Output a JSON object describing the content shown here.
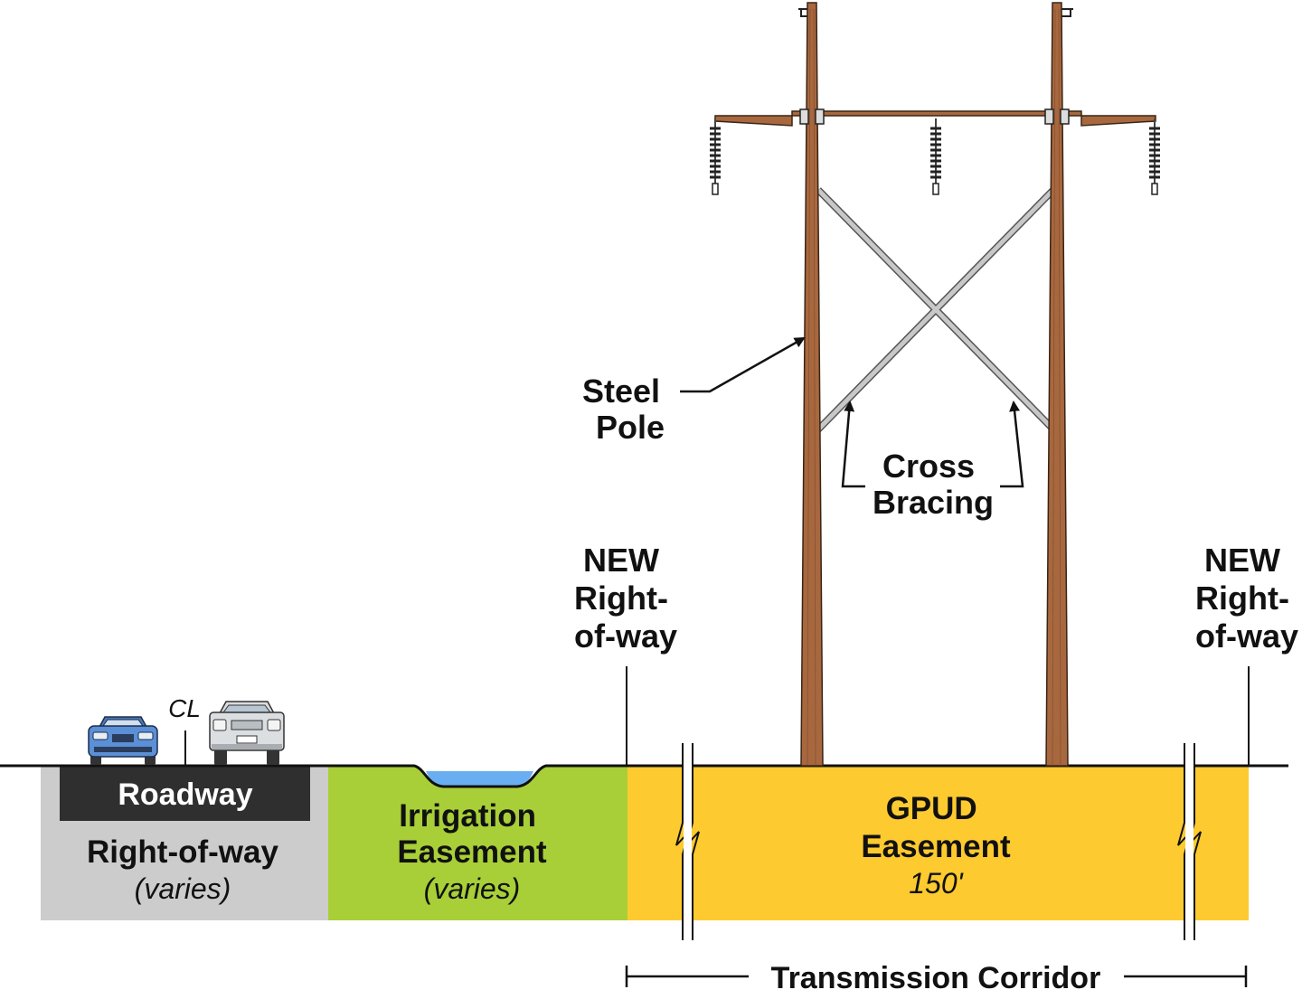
{
  "labels": {
    "steel_pole": [
      "Steel",
      "Pole"
    ],
    "cross_bracing": [
      "Cross",
      "Bracing"
    ],
    "new_row_left": [
      "NEW",
      "Right-",
      "of-way"
    ],
    "new_row_right": [
      "NEW",
      "Right-",
      "of-way"
    ],
    "centerline": "CL",
    "roadway": "Roadway",
    "row_zone": {
      "title": "Right-of-way",
      "note": "(varies)"
    },
    "irrigation_zone": {
      "title": [
        "Irrigation",
        "Easement"
      ],
      "note": "(varies)"
    },
    "gpud_zone": {
      "title": [
        "GPUD",
        "Easement"
      ],
      "note": "150'"
    },
    "transmission_corridor": "Transmission Corridor"
  },
  "colors": {
    "row_zone": "#cccccc",
    "irrigation_zone": "#a8cf38",
    "gpud_zone": "#fdca2f",
    "roadway": "#2f2f2f",
    "water": "#6aaef2",
    "pole": "#a8683f",
    "bracing": "#c8c8c8",
    "ground": "#111111"
  },
  "icons": [
    "blue-car-icon",
    "white-pickup-truck-icon",
    "insulator-icon",
    "break-line-icon",
    "arrow-icon"
  ]
}
